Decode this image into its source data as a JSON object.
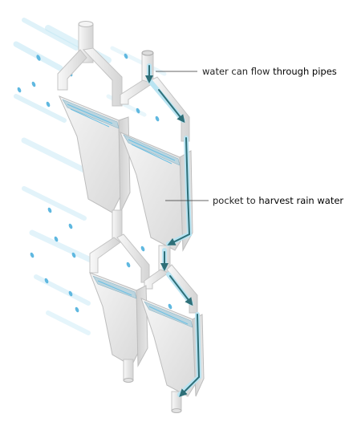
{
  "labels": {
    "pipes": {
      "plain": "water can flow ",
      "emph": "through pipes"
    },
    "pocket": {
      "plain": "pocket to ",
      "emph": "harvest rain water"
    }
  },
  "colors": {
    "pipe": "#e9e9e9",
    "pipe_edge": "#bdbdbd",
    "pocket_face": "#ececec",
    "pocket_side": "#d6d6d6",
    "pocket_inner": "#bfd4de",
    "rain": "#6ec1e4",
    "flow_arrow": "#2e6f78",
    "glow": "#b9e4f2",
    "leader": "#333333"
  }
}
